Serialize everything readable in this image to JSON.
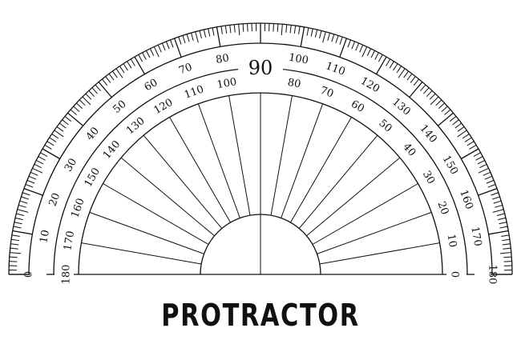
{
  "title": "PROTRACTOR",
  "colors": {
    "ink": "#111111",
    "background": "#ffffff"
  },
  "outer_scale": {
    "direction": "left-to-right",
    "labels": [
      "0",
      "10",
      "20",
      "30",
      "40",
      "50",
      "60",
      "70",
      "80",
      "90",
      "100",
      "110",
      "120",
      "130",
      "140",
      "150",
      "160",
      "170",
      "180"
    ]
  },
  "inner_scale": {
    "direction": "right-to-left",
    "labels": [
      "0",
      "10",
      "20",
      "30",
      "40",
      "50",
      "60",
      "70",
      "80",
      "90",
      "100",
      "110",
      "120",
      "130",
      "140",
      "150",
      "160",
      "170",
      "180"
    ]
  },
  "tick_interval_degrees": 1
}
